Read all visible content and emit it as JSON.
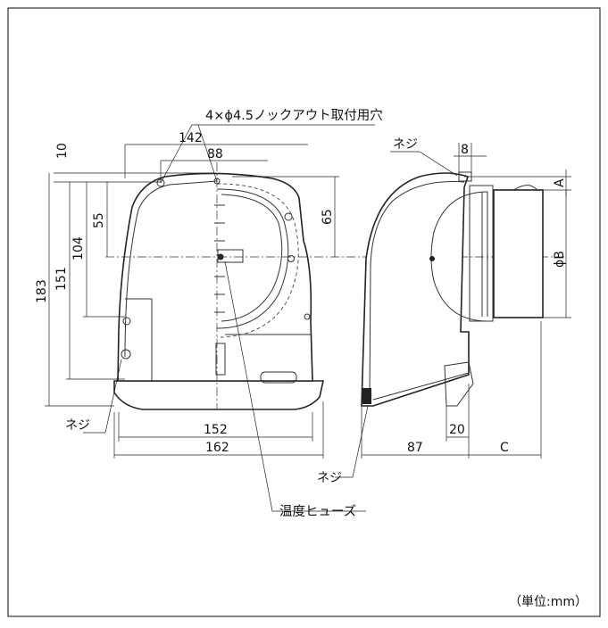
{
  "labels": {
    "knockout_holes": "4×ϕ4.5ノックアウト取付用穴",
    "screw_right_top": "ネジ",
    "screw_left_bottom": "ネジ",
    "screw_right_bottom": "ネジ",
    "temperature_fuse": "温度ヒューズ",
    "unit": "（単位:mm）"
  },
  "dimensions": {
    "d142": "142",
    "d88": "88",
    "d10": "10",
    "d183": "183",
    "d151": "151",
    "d104": "104",
    "d55": "55",
    "d65": "65",
    "d152": "152",
    "d162": "162",
    "d8": "8",
    "dA": "A",
    "dB": "ϕB",
    "d20": "20",
    "d87": "87",
    "dC": "C"
  }
}
